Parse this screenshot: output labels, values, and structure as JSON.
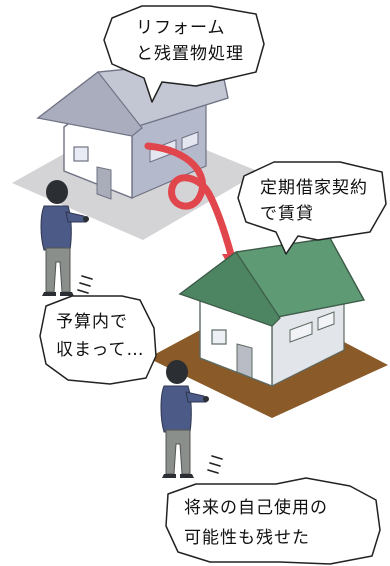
{
  "colors": {
    "roof_gray": "#c3c6d3",
    "roof_green": "#5e9a74",
    "ground_gray": "#d4d4d6",
    "ground_brown": "#8a5a28",
    "arrow_red": "#e0464c",
    "person_shirt": "#4b5a86",
    "person_pants": "#8a8f8c"
  },
  "icons": [
    "speech-bubble",
    "house-icon",
    "curved-arrow-icon",
    "person-icon",
    "emphasis-marks-icon"
  ],
  "bubbles": {
    "reform": {
      "line1": "リフォーム",
      "line2": "と残置物処理"
    },
    "lease": {
      "line1": "定期借家契約",
      "line2": "で賃貸"
    },
    "budget": {
      "line1": "予算内で",
      "line2": "収まって…"
    },
    "future": {
      "line1": "将来の自己使用の",
      "line2": "可能性も残せた"
    }
  }
}
